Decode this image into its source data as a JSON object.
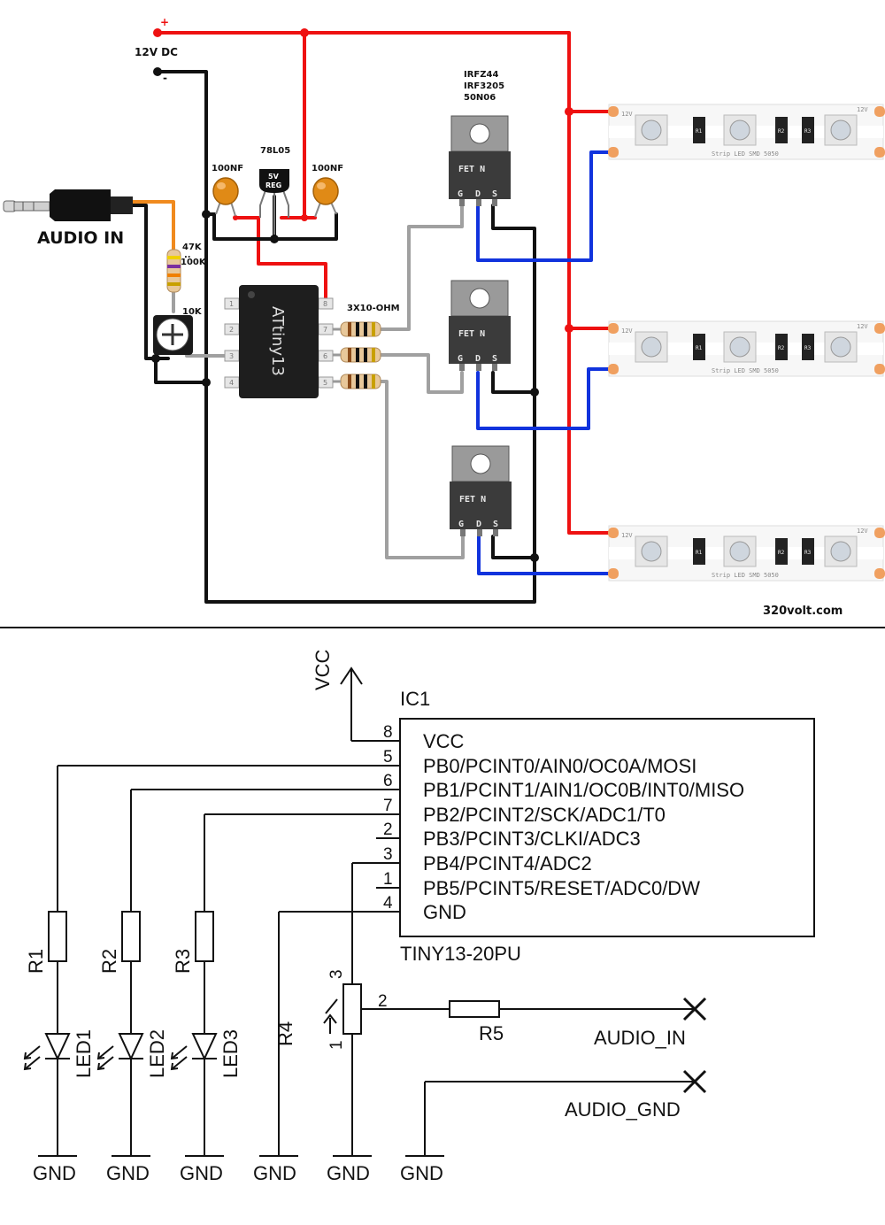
{
  "wiring": {
    "supply_plus": "+",
    "supply_label": "12V DC",
    "supply_minus": "-",
    "mosfet_models": [
      "IRFZ44",
      "IRF3205",
      "50N06"
    ],
    "cap_left_label": "100NF",
    "cap_right_label": "100NF",
    "regulator_label": "78L05",
    "regulator_text": [
      "5V",
      "REG"
    ],
    "audio_label": "AUDIO IN",
    "resistor_in_value": [
      "47K",
      "..",
      "100K"
    ],
    "pot_value": "10K",
    "gate_resistors_label": "3X10-OHM",
    "chip_label": "ATtiny13",
    "chip_pins_left": [
      "1",
      "2",
      "3",
      "4"
    ],
    "chip_pins_right": [
      "8",
      "7",
      "6",
      "5"
    ],
    "fet_label": "FET N",
    "fet_pins": [
      "G",
      "D",
      "S"
    ],
    "strip_voltage": "12V",
    "strip_text": "Strip LED SMD 5050",
    "smd_labels": [
      "R1",
      "R2",
      "R3"
    ],
    "watermark": "320volt.com",
    "colors": {
      "positive": "#ee1111",
      "ground": "#111111",
      "led_negative": "#1133dd",
      "signal": "#a0a0a0",
      "audio": "#f08a1e"
    }
  },
  "schematic": {
    "vcc_label": "VCC",
    "ic_ref": "IC1",
    "ic_part": "TINY13-20PU",
    "pins": [
      {
        "num": "8",
        "name": "VCC"
      },
      {
        "num": "5",
        "name": "PB0/PCINT0/AIN0/OC0A/MOSI"
      },
      {
        "num": "6",
        "name": "PB1/PCINT1/AIN1/OC0B/INT0/MISO"
      },
      {
        "num": "7",
        "name": "PB2/PCINT2/SCK/ADC1/T0"
      },
      {
        "num": "2",
        "name": "PB3/PCINT3/CLKI/ADC3"
      },
      {
        "num": "3",
        "name": "PB4/PCINT4/ADC2"
      },
      {
        "num": "1",
        "name": "PB5/PCINT5/RESET/ADC0/DW"
      },
      {
        "num": "4",
        "name": "GND"
      }
    ],
    "resistors": [
      "R1",
      "R2",
      "R3"
    ],
    "leds": [
      "LED1",
      "LED2",
      "LED3"
    ],
    "r4": "R4",
    "r5": "R5",
    "pot_pins": [
      "3",
      "2",
      "1"
    ],
    "audio_in": "AUDIO_IN",
    "audio_gnd": "AUDIO_GND",
    "gnd_labels": [
      "GND",
      "GND",
      "GND",
      "GND",
      "GND",
      "GND"
    ]
  }
}
